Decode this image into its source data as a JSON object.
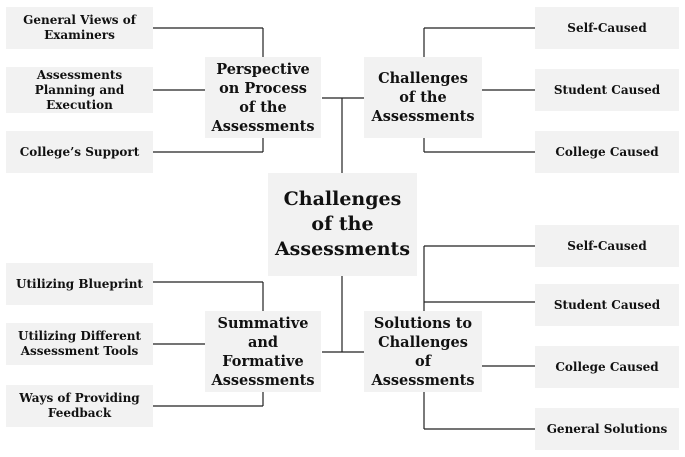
{
  "center": {
    "label": "Challenges\nof the\nAssessments"
  },
  "perspective": {
    "title": "Perspective\non Process\nof the\nAssessments",
    "items": [
      "General Views of\nExaminers",
      "Assessments\nPlanning and\nExecution",
      "College’s Support"
    ]
  },
  "challenges": {
    "title": "Challenges\nof the\nAssessments",
    "items": [
      "Self-Caused",
      "Student Caused",
      "College Caused"
    ]
  },
  "summative": {
    "title": "Summative\nand\nFormative\nAssessments",
    "items": [
      "Utilizing Blueprint",
      "Utilizing Different\nAssessment Tools",
      "Ways of Providing\nFeedback"
    ]
  },
  "solutions": {
    "title": "Solutions to\nChallenges of\nAssessments",
    "items": [
      "Self-Caused",
      "Student Caused",
      "College Caused",
      "General Solutions"
    ]
  },
  "colors": {
    "box_fill": "#f2f2f2",
    "line": "#222222",
    "text": "#111111"
  }
}
